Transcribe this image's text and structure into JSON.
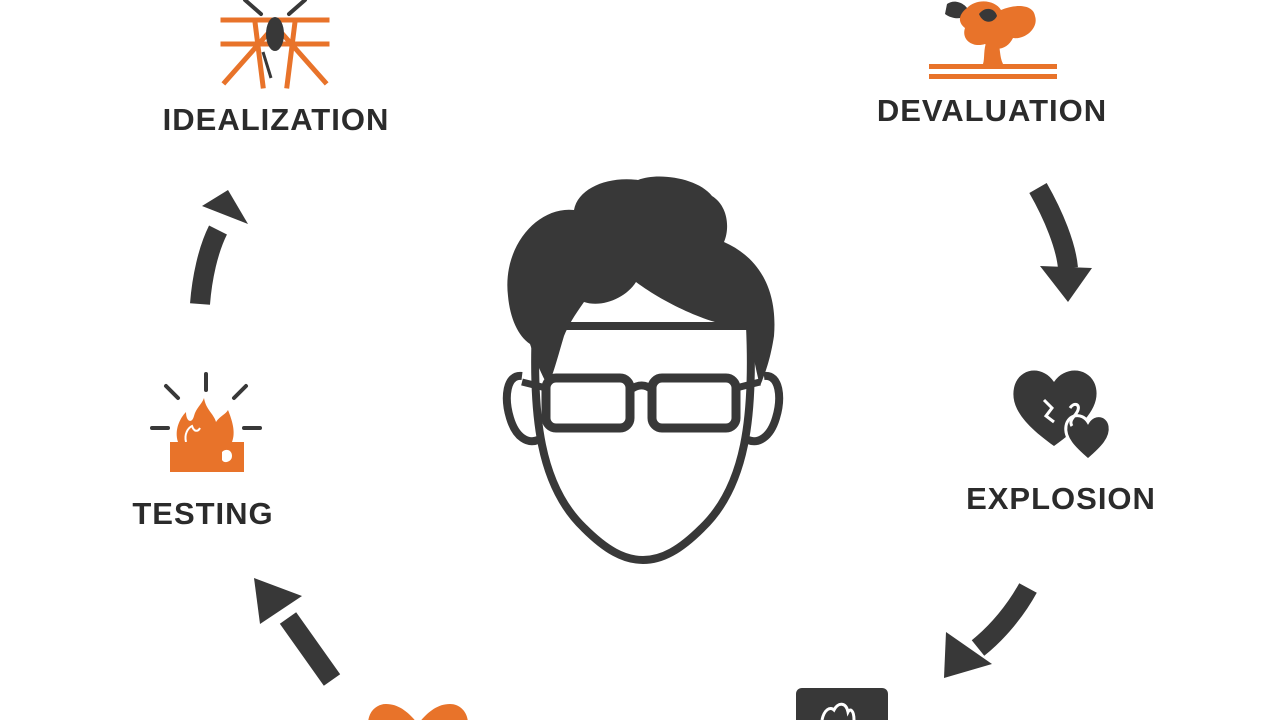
{
  "stages": {
    "idealization": {
      "label": "IDEALIZATION",
      "icon": "sparkle-gift-icon"
    },
    "devaluation": {
      "label": "DEVALUATION",
      "icon": "mushroom-cloud-icon"
    },
    "explosion": {
      "label": "EXPLOSION",
      "icon": "broken-hearts-icon"
    },
    "testing": {
      "label": "TESTING",
      "icon": "burning-box-icon"
    }
  },
  "center": {
    "icon": "man-with-glasses-icon"
  },
  "colors": {
    "accent": "#E8732A",
    "ink": "#383838",
    "background": "#FFFFFF"
  }
}
